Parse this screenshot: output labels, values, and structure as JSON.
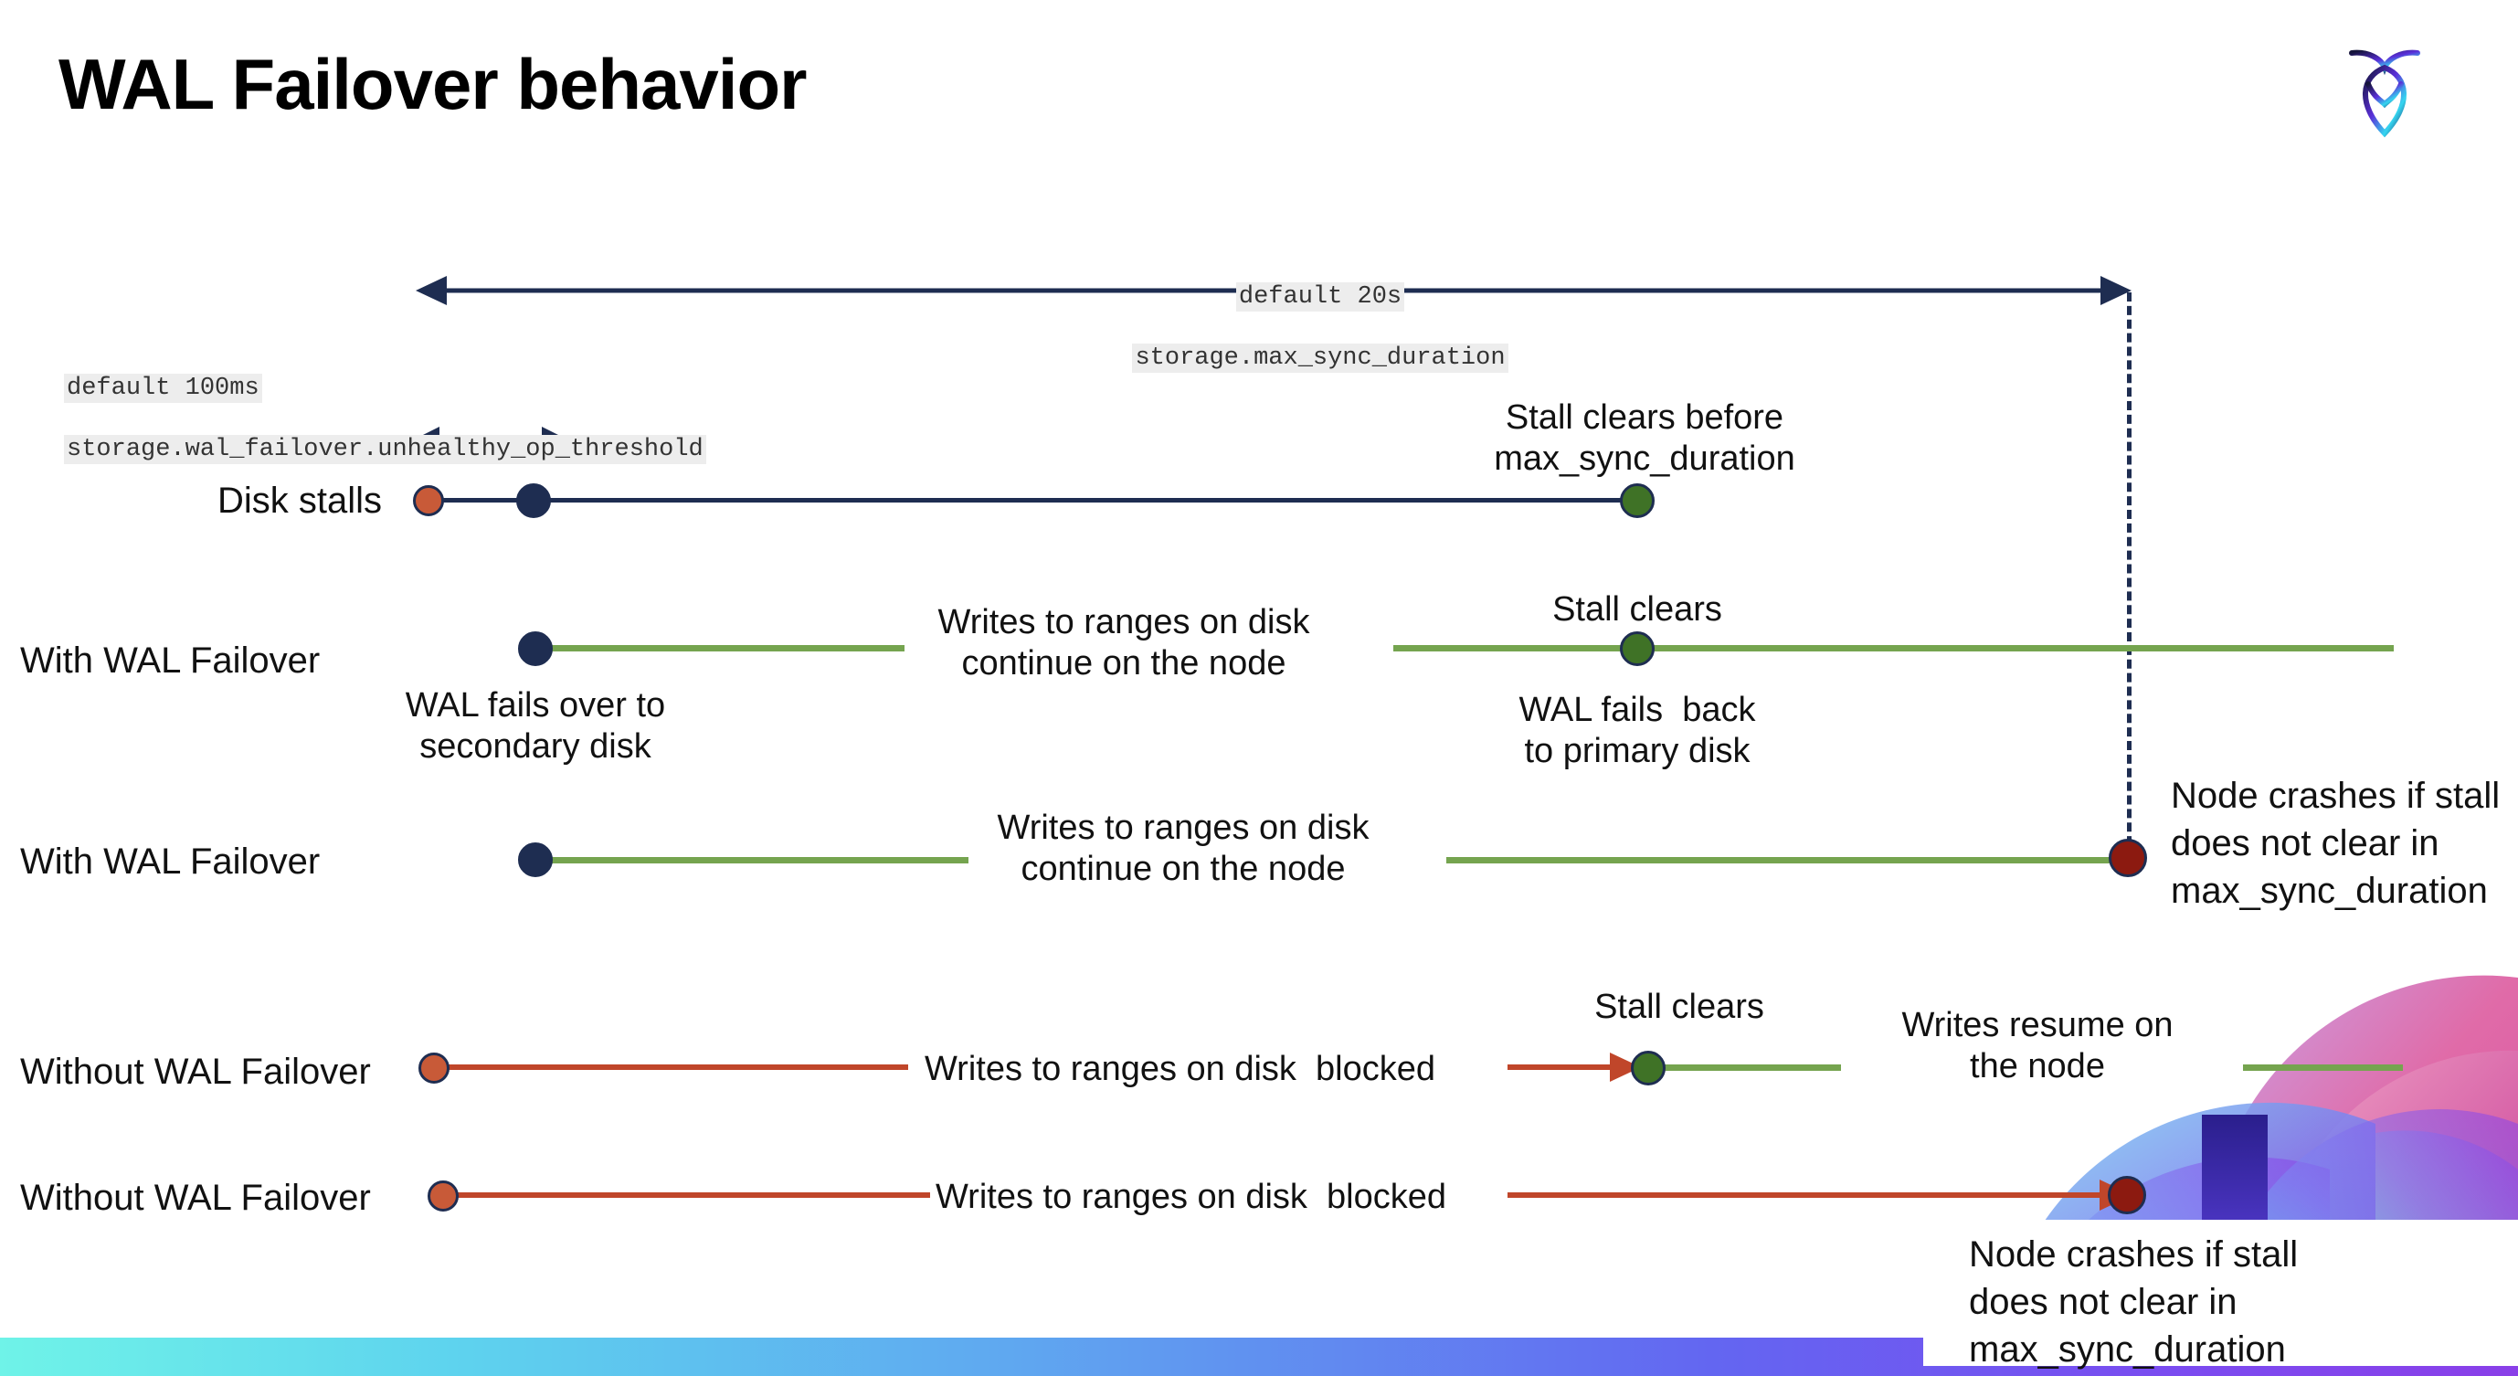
{
  "slide": {
    "title": "WAL Failover behavior",
    "logo_name": "cockroachdb-logo"
  },
  "annotations": {
    "max_sync_default": "default 20s",
    "max_sync_setting": "storage.max_sync_duration",
    "unhealthy_default": "default 100ms",
    "unhealthy_setting": "storage.wal_failover.unhealthy_op_threshold"
  },
  "rows": [
    {
      "label": "Disk stalls",
      "note_right": "Stall clears before\nmax_sync_duration"
    },
    {
      "label": "With WAL Failover",
      "note_mid": "Writes to ranges on disk\ncontinue on the node",
      "note_top_right": "Stall clears",
      "note_below_left": "WAL fails over to\nsecondary disk",
      "note_below_right": "WAL fails  back\nto primary disk"
    },
    {
      "label": "With WAL Failover",
      "note_mid": "Writes to ranges on disk\ncontinue on the node",
      "note_right": "Node crashes if stall\ndoes not clear in\nmax_sync_duration"
    },
    {
      "label": "Without WAL Failover",
      "note_mid": "Writes to ranges on disk  blocked",
      "note_top_right": "Stall clears",
      "note_far_right": "Writes resume on\nthe node"
    },
    {
      "label": "Without WAL Failover",
      "note_mid": "Writes to ranges on disk  blocked",
      "note_card": "Node crashes if stall\ndoes not clear in\nmax_sync_duration"
    }
  ],
  "colors": {
    "navy": "#1E2D51",
    "green_line": "#75A44F",
    "green_dot": "#3F7226",
    "orange_dot": "#C85A38",
    "red_line": "#C0462A",
    "dark_red_dot": "#8C1A10",
    "code_bg": "#EDEDED"
  }
}
